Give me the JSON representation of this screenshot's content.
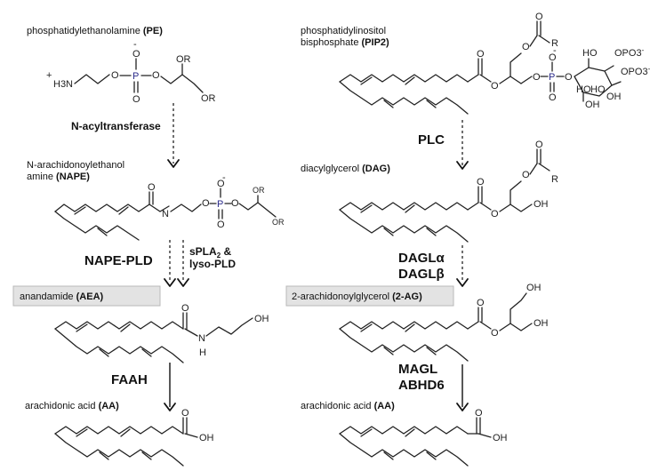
{
  "left": {
    "pe": {
      "name": "phosphatidylethanolamine",
      "abbr": "(PE)"
    },
    "enzyme_nat": "N-acyltransferase",
    "nape": {
      "line1": "N-arachidonoylethanol",
      "line2": "amine",
      "abbr": "(NAPE)"
    },
    "enzyme_napepld": "NAPE-PLD",
    "enzyme_spla2": {
      "pre": "sPLA",
      "sub": "2",
      "post": " &",
      "line2": "lyso-PLD"
    },
    "aea": {
      "name": "anandamide",
      "abbr": "(AEA)"
    },
    "enzyme_faah": "FAAH",
    "aa": {
      "name": "arachidonic acid",
      "abbr": "(AA)"
    }
  },
  "right": {
    "pip2": {
      "line1": "phosphatidylinositol",
      "line2": "bisphosphate",
      "abbr": "(PIP2)"
    },
    "enzyme_plc": "PLC",
    "dag": {
      "name": "diacylglycerol",
      "abbr": "(DAG)"
    },
    "enzyme_dagla": "DAGLα",
    "enzyme_daglb": "DAGLβ",
    "twoag": {
      "name": "2-arachidonoylglycerol",
      "abbr": "(2-AG)"
    },
    "enzyme_magl": "MAGL",
    "enzyme_abhd6": "ABHD6",
    "aa": {
      "name": "arachidonic acid",
      "abbr": "(AA)"
    }
  },
  "atoms": {
    "O": "O",
    "OH": "OH",
    "HO": "HO",
    "H": "H",
    "N": "N",
    "P": "P",
    "OR": "OR",
    "R": "R",
    "H3N": "H3N",
    "plus": "+",
    "minus": "-",
    "PO3": "PO3",
    "minus_sup": "-",
    "opo3": "OPO3"
  }
}
